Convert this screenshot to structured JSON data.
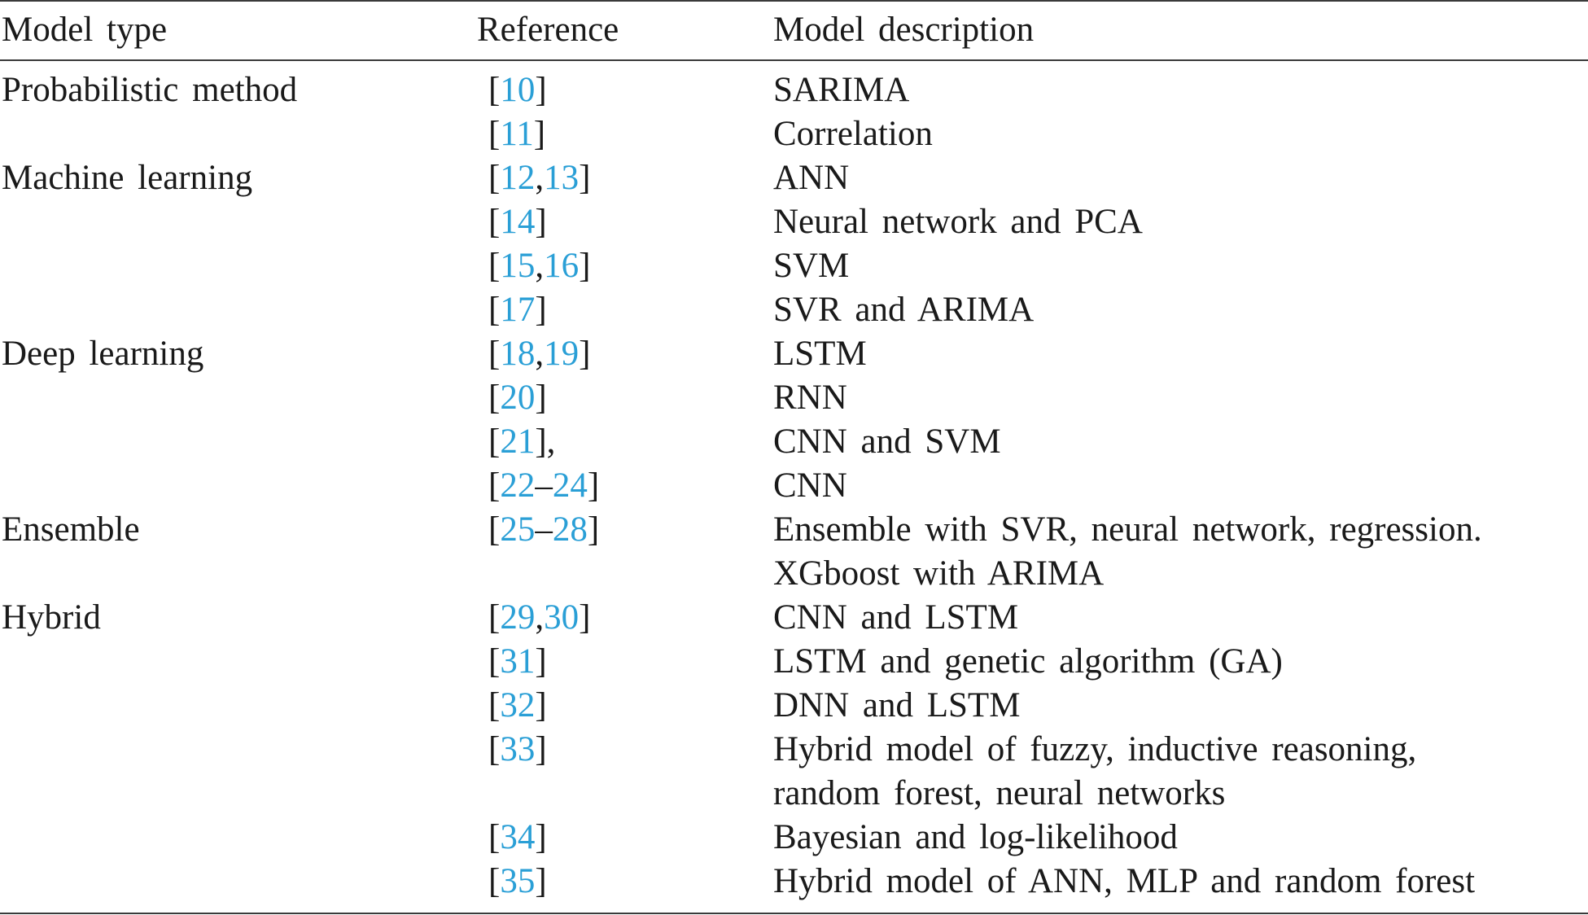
{
  "table": {
    "headers": [
      "Model type",
      "Reference",
      "Model description"
    ],
    "rows": [
      {
        "type": "Probabilistic method",
        "ref_open": "[",
        "refs": [
          "10"
        ],
        "seps": [],
        "ref_close": "]",
        "trail": "",
        "desc": [
          "SARIMA"
        ]
      },
      {
        "type": "",
        "ref_open": "[",
        "refs": [
          "11"
        ],
        "seps": [],
        "ref_close": "]",
        "trail": "",
        "desc": [
          "Correlation"
        ]
      },
      {
        "type": "Machine learning",
        "ref_open": "[",
        "refs": [
          "12",
          "13"
        ],
        "seps": [
          ","
        ],
        "ref_close": "]",
        "trail": "",
        "desc": [
          "ANN"
        ]
      },
      {
        "type": "",
        "ref_open": "[",
        "refs": [
          "14"
        ],
        "seps": [],
        "ref_close": "]",
        "trail": "",
        "desc": [
          "Neural network and PCA"
        ]
      },
      {
        "type": "",
        "ref_open": "[",
        "refs": [
          "15",
          "16"
        ],
        "seps": [
          ","
        ],
        "ref_close": "]",
        "trail": "",
        "desc": [
          "SVM"
        ]
      },
      {
        "type": "",
        "ref_open": "[",
        "refs": [
          "17"
        ],
        "seps": [],
        "ref_close": "]",
        "trail": "",
        "desc": [
          "SVR and ARIMA"
        ]
      },
      {
        "type": "Deep learning",
        "ref_open": "[",
        "refs": [
          "18",
          "19"
        ],
        "seps": [
          ","
        ],
        "ref_close": "]",
        "trail": "",
        "desc": [
          "LSTM"
        ]
      },
      {
        "type": "",
        "ref_open": "[",
        "refs": [
          "20"
        ],
        "seps": [],
        "ref_close": "]",
        "trail": "",
        "desc": [
          "RNN"
        ]
      },
      {
        "type": "",
        "ref_open": "[",
        "refs": [
          "21"
        ],
        "seps": [],
        "ref_close": "]",
        "trail": ",",
        "desc": [
          "CNN and SVM"
        ]
      },
      {
        "type": "",
        "ref_open": "[",
        "refs": [
          "22",
          "24"
        ],
        "seps": [
          "–"
        ],
        "ref_close": "]",
        "trail": "",
        "desc": [
          "CNN"
        ]
      },
      {
        "type": "Ensemble",
        "ref_open": "[",
        "refs": [
          "25",
          "28"
        ],
        "seps": [
          "–"
        ],
        "ref_close": "]",
        "trail": "",
        "desc": [
          "Ensemble with SVR, neural network, regression.",
          "XGboost with ARIMA"
        ]
      },
      {
        "type": "Hybrid",
        "ref_open": "[",
        "refs": [
          "29",
          "30"
        ],
        "seps": [
          ","
        ],
        "ref_close": "]",
        "trail": "",
        "desc": [
          "CNN and LSTM"
        ]
      },
      {
        "type": "",
        "ref_open": "[",
        "refs": [
          "31"
        ],
        "seps": [],
        "ref_close": "]",
        "trail": "",
        "desc": [
          "LSTM and genetic algorithm (GA)"
        ]
      },
      {
        "type": "",
        "ref_open": "[",
        "refs": [
          "32"
        ],
        "seps": [],
        "ref_close": "]",
        "trail": "",
        "desc": [
          "DNN and LSTM"
        ]
      },
      {
        "type": "",
        "ref_open": "[",
        "refs": [
          "33"
        ],
        "seps": [],
        "ref_close": "]",
        "trail": "",
        "desc": [
          "Hybrid model of fuzzy, inductive reasoning,",
          "random forest, neural networks"
        ]
      },
      {
        "type": "",
        "ref_open": "[",
        "refs": [
          "34"
        ],
        "seps": [],
        "ref_close": "]",
        "trail": "",
        "desc": [
          "Bayesian and log-likelihood"
        ]
      },
      {
        "type": "",
        "ref_open": "[",
        "refs": [
          "35"
        ],
        "seps": [],
        "ref_close": "]",
        "trail": "",
        "desc": [
          "Hybrid model of ANN, MLP and random forest"
        ]
      }
    ]
  },
  "colors": {
    "link": "#2a9fd6",
    "text": "#1a1a1a",
    "rule": "#3a3a3a"
  }
}
